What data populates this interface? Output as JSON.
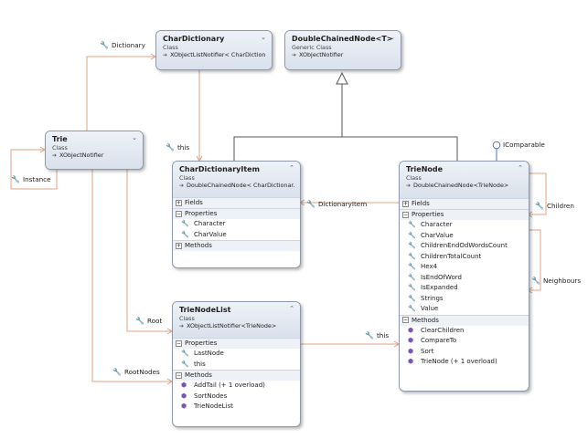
{
  "classes": {
    "char_dictionary": {
      "name": "CharDictionary",
      "kind": "Class",
      "base": "XObjectListNotifier< CharDiction..."
    },
    "double_chained_node": {
      "name": "DoubleChainedNode<T>",
      "kind": "Generic Class",
      "base": "XObjectNotifier"
    },
    "trie": {
      "name": "Trie",
      "kind": "Class",
      "base": "XObjectNotifier"
    },
    "char_dictionary_item": {
      "name": "CharDictionaryItem",
      "kind": "Class",
      "base": "DoubleChainedNode< CharDictionar...",
      "fields_label": "Fields",
      "properties_label": "Properties",
      "properties": [
        "Character",
        "CharValue"
      ],
      "methods_label": "Methods"
    },
    "trie_node": {
      "name": "TrieNode",
      "kind": "Class",
      "base": "DoubleChainedNode<TrieNode>",
      "fields_label": "Fields",
      "properties_label": "Properties",
      "properties": [
        "Character",
        "CharValue",
        "ChildrenEndOdWordsCount",
        "ChildrenTotalCount",
        "Hex4",
        "IsEndOfWord",
        "IsExpanded",
        "Strings",
        "Value"
      ],
      "methods_label": "Methods",
      "methods": [
        "ClearChildren",
        "CompareTo",
        "Sort",
        "TrieNode (+ 1 overload)"
      ]
    },
    "trie_node_list": {
      "name": "TrieNodeList",
      "kind": "Class",
      "base": "XObjectListNotifier<TrieNode>",
      "properties_label": "Properties",
      "properties": [
        "LastNode",
        "this"
      ],
      "methods_label": "Methods",
      "methods": [
        "AddTail (+ 1 overload)",
        "SortNodes",
        "TrieNodeList"
      ]
    }
  },
  "associations": {
    "dictionary": "Dictionary",
    "instance": "Instance",
    "this_top": "this",
    "dictionary_item": "DictionaryItem",
    "children": "Children",
    "neighbours": "Neighbours",
    "root": "Root",
    "root_nodes": "RootNodes",
    "this_mid": "this"
  },
  "interface_label": "IComparable",
  "icons": {
    "collapse": "double-chevron-up-icon",
    "expand": "double-chevron-down-icon",
    "property": "wrench-icon",
    "method": "cube-icon"
  }
}
